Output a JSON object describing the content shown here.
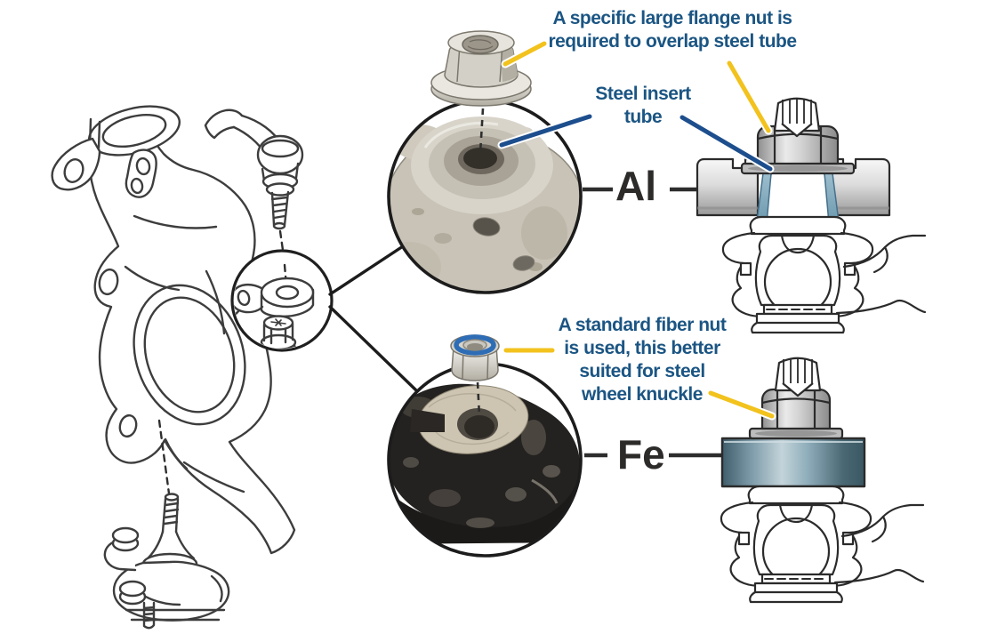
{
  "diagram": {
    "title_note_top": "A specific large flange nut is\nrequired to overlap steel tube",
    "label_steel_insert_tube": "Steel insert\ntube",
    "note_bottom": "A standard fiber nut\nis used, this better\nsuited for steel\nwheel knuckle",
    "material_top": "Al",
    "material_bottom": "Fe"
  },
  "colors": {
    "annotation_text": "#1b5583",
    "material_text": "#2d2a2a",
    "pointer_yellow": "#f2c21d",
    "pointer_blue": "#1d4e8d",
    "steel_insert_tube_fill": "#7fa8bb",
    "iron_knuckle_fill": "#48656f",
    "aluminum_knuckle_fill": "#d9d9d9",
    "line_art_stroke": "#3d3d3d"
  }
}
